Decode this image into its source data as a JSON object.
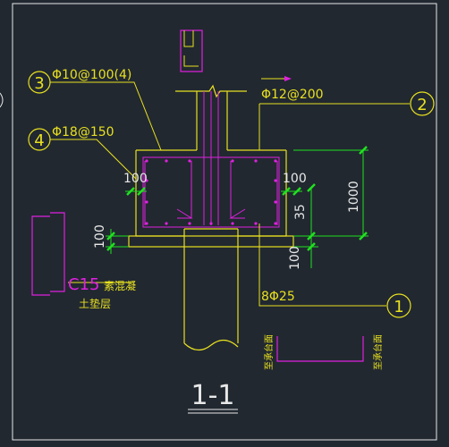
{
  "colors": {
    "background": "#212830",
    "frame": "#e8e8e8",
    "concrete": "#e8e020",
    "rebar": "#e020e0",
    "dimension": "#20e020",
    "label": "#e8e020"
  },
  "labels": {
    "callout_1": "1",
    "callout_2": "2",
    "callout_3": "3",
    "callout_4": "4",
    "rebar_3": "Φ10@100(4)",
    "rebar_4": "Φ18@150",
    "rebar_2": "Φ12@200",
    "rebar_1": "8Φ25",
    "material_line1": "C15",
    "material_line1b": "素混凝",
    "material_line2": "土垫层",
    "section_title": "1-1",
    "note_left": "至承台面",
    "note_right": "至承台面"
  },
  "dimensions": {
    "d100_top": "100",
    "d100_right": "100",
    "d35": "35",
    "d1000": "1000",
    "d100_left": "100",
    "d100_bottom": "100"
  }
}
